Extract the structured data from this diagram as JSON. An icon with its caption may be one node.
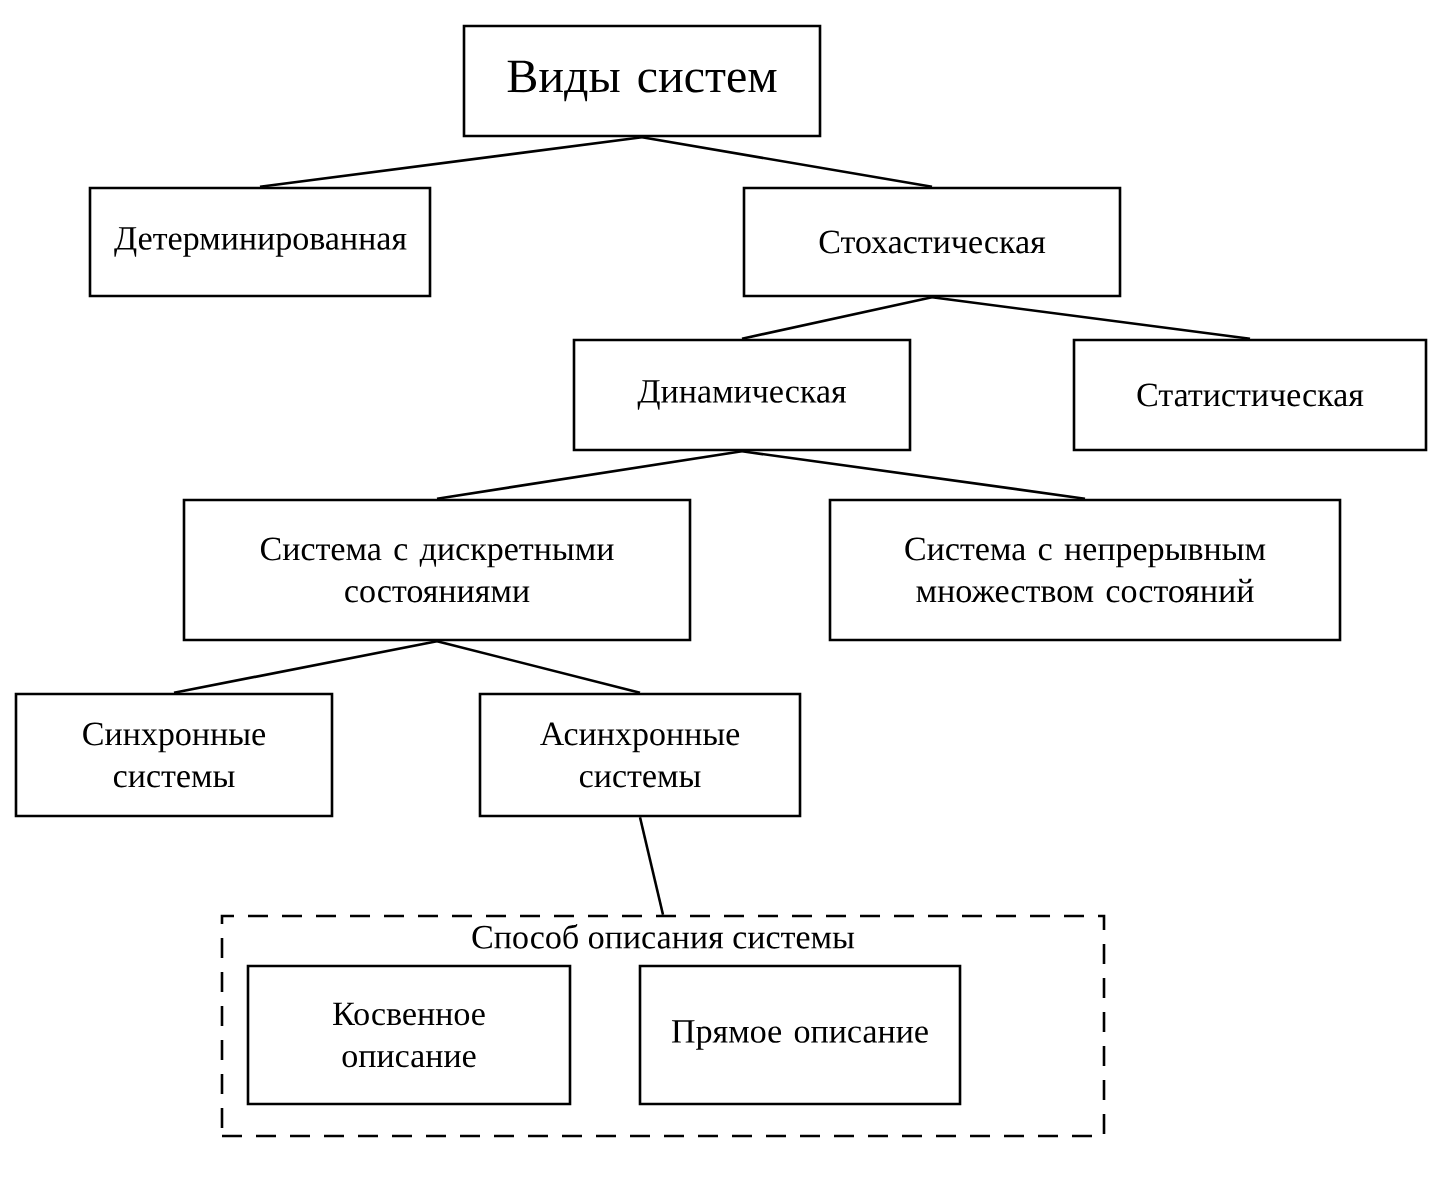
{
  "diagram": {
    "nodes": [
      {
        "text": [
          "Виды систем"
        ]
      },
      {
        "text": [
          "Детерминированная"
        ]
      },
      {
        "text": [
          "Стохастическая"
        ]
      },
      {
        "text": [
          "Динамическая"
        ]
      },
      {
        "text": [
          "Статистическая"
        ]
      },
      {
        "text": [
          "Система с дискретными состояниями"
        ]
      },
      {
        "text": [
          "Система с непрерывным множеством состояний"
        ]
      },
      {
        "text": [
          "Синхронные системы"
        ]
      },
      {
        "text": [
          "Асинхронные системы"
        ]
      },
      {
        "text": [
          "Способ описания системы"
        ]
      },
      {
        "text": [
          "Косвенное описание"
        ],
        "in": 9
      },
      {
        "text": [
          "Прямое описание"
        ],
        "in": 9
      }
    ],
    "edges": [
      {
        "from": 0,
        "to": 1,
        "arrow": "none"
      },
      {
        "from": 0,
        "to": 2,
        "arrow": "none"
      },
      {
        "from": 2,
        "to": 3,
        "arrow": "none"
      },
      {
        "from": 2,
        "to": 4,
        "arrow": "none"
      },
      {
        "from": 3,
        "to": 5,
        "arrow": "none"
      },
      {
        "from": 3,
        "to": 6,
        "arrow": "none"
      },
      {
        "from": 5,
        "to": 7,
        "arrow": "none"
      },
      {
        "from": 5,
        "to": 8,
        "arrow": "none"
      },
      {
        "from": 8,
        "to": 9,
        "arrow": "none"
      }
    ]
  }
}
